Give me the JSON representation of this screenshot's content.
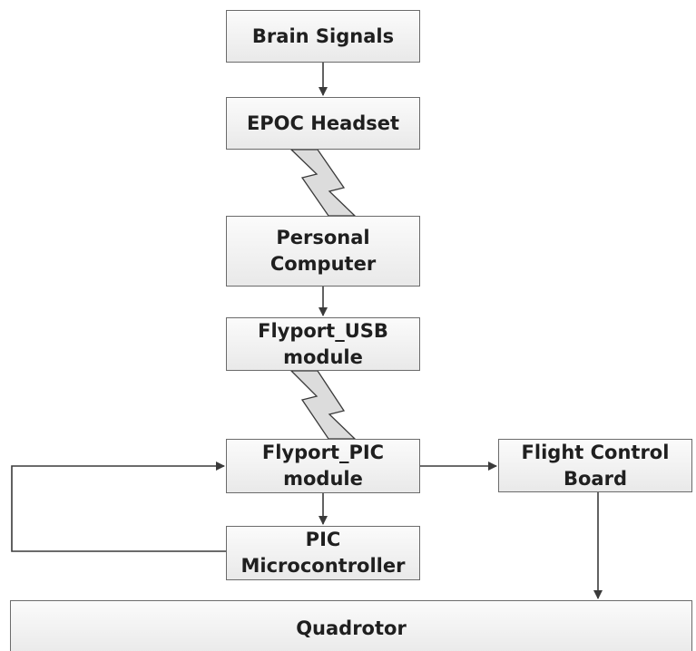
{
  "diagram": {
    "blocks": {
      "brain_signals": "Brain Signals",
      "epoc_headset": "EPOC Headset",
      "personal_computer": "Personal\nComputer",
      "flyport_usb": "Flyport_USB\nmodule",
      "flyport_pic": "Flyport_PIC\nmodule",
      "pic_microcontroller": "PIC\nMicrocontroller",
      "flight_control_board": "Flight Control\nBoard",
      "quadrotor": "Quadrotor"
    },
    "connections": [
      {
        "from": "Brain Signals",
        "to": "EPOC Headset",
        "type": "arrow"
      },
      {
        "from": "EPOC Headset",
        "to": "Personal Computer",
        "type": "wireless"
      },
      {
        "from": "Personal Computer",
        "to": "Flyport_USB module",
        "type": "arrow"
      },
      {
        "from": "Flyport_USB module",
        "to": "Flyport_PIC module",
        "type": "wireless"
      },
      {
        "from": "Flyport_PIC module",
        "to": "PIC Microcontroller",
        "type": "arrow"
      },
      {
        "from": "PIC Microcontroller",
        "to": "Flyport_PIC module",
        "type": "feedback-arrow"
      },
      {
        "from": "Flyport_PIC module",
        "to": "Flight Control Board",
        "type": "arrow"
      },
      {
        "from": "Flight Control Board",
        "to": "Quadrotor",
        "type": "arrow"
      }
    ],
    "colors": {
      "box_border": "#6b6b6b",
      "box_fill_top": "#fbfbfb",
      "box_fill_bottom": "#e9e9e9",
      "line": "#3a3a3a",
      "wireless_fill": "#dcdcdc",
      "text": "#1f1f1f"
    }
  }
}
